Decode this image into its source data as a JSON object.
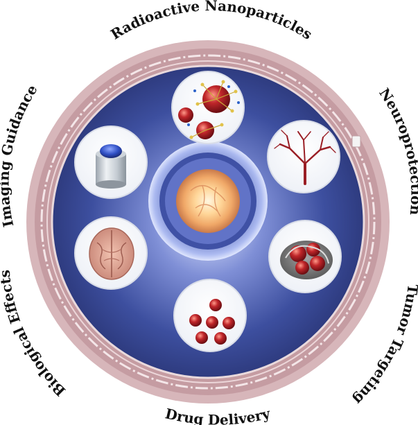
{
  "labels": {
    "top": "Radioactive Nanoparticles",
    "upper_right": "Neuroprotection",
    "lower_right": "Tumor Targeting",
    "bottom": "Drug Delivery",
    "lower_left": "Biological Effects",
    "upper_left": "Imaging Guidance"
  },
  "colors": {
    "outer_ring": "#c9a3a8",
    "inner_field": "#3a4f9e",
    "center_glow": "#ffe3b0",
    "label_text": "#111111"
  },
  "icons": {
    "top": "nanoparticle-cluster-icon",
    "upper_right": "blood-vessel-branch-icon",
    "lower_right": "tumor-tissue-icon",
    "bottom": "red-particles-icon",
    "lower_left": "brain-section-icon",
    "upper_left": "imaging-cylinder-icon",
    "center": "glowing-cell-icon"
  }
}
